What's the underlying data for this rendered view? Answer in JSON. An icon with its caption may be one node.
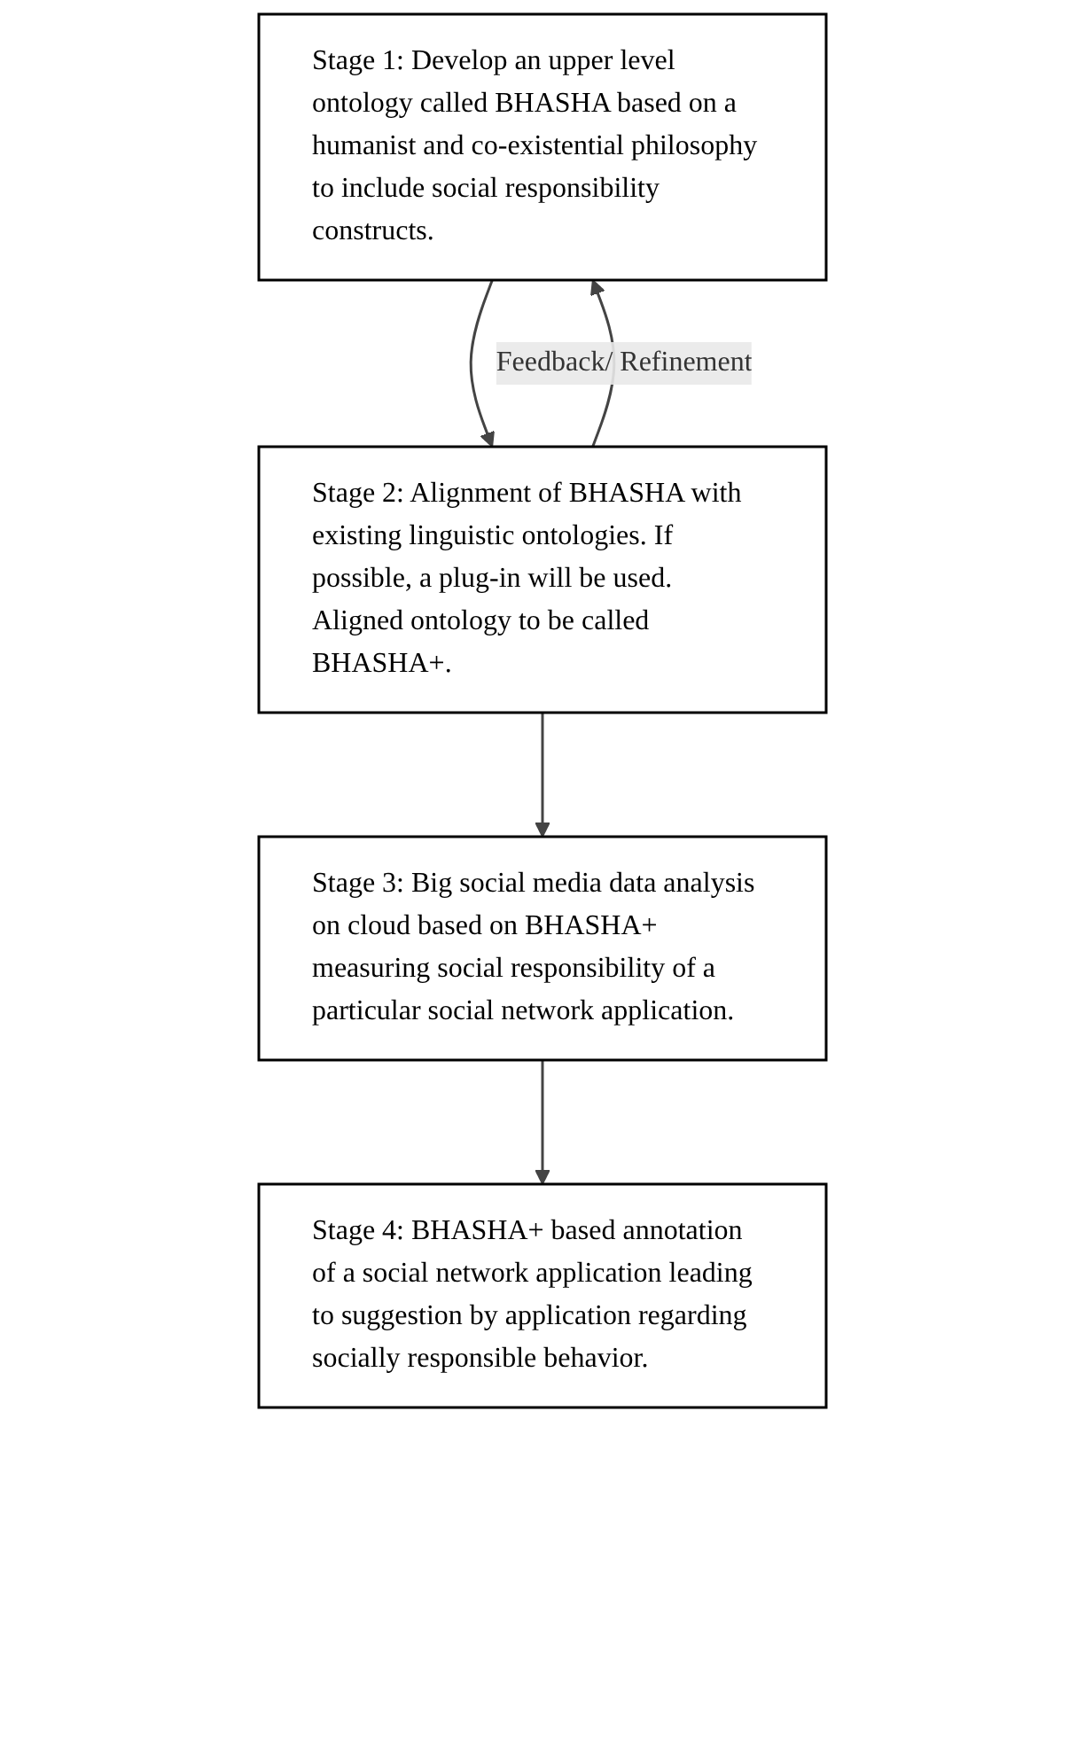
{
  "diagram": {
    "nodes": [
      {
        "text": [
          "Stage 1: Develop an upper level ontology called BHASHA based on a humanist and co-existential philosophy to include social responsibility constructs."
        ]
      },
      {
        "text": [
          "Stage 2: Alignment of BHASHA with existing linguistic ontologies. If possible, a plug-in will be used. Aligned ontology to be called BHASHA+."
        ]
      },
      {
        "text": [
          "Stage 3: Big social media data analysis on cloud based on BHASHA+ measuring social responsibility of a particular social network application."
        ]
      },
      {
        "text": [
          "Stage 4: BHASHA+ based annotation of a social network application leading to suggestion by application regarding socially responsible behavior."
        ]
      }
    ],
    "edges": [
      {
        "from": 0,
        "to": 1,
        "arrow": "to"
      },
      {
        "from": 1,
        "to": 2,
        "arrow": "to"
      },
      {
        "from": 2,
        "to": 3,
        "arrow": "to"
      },
      {
        "from": 1,
        "to": 0,
        "arrow": "to",
        "label": "Feedback/ Refinement"
      }
    ]
  }
}
